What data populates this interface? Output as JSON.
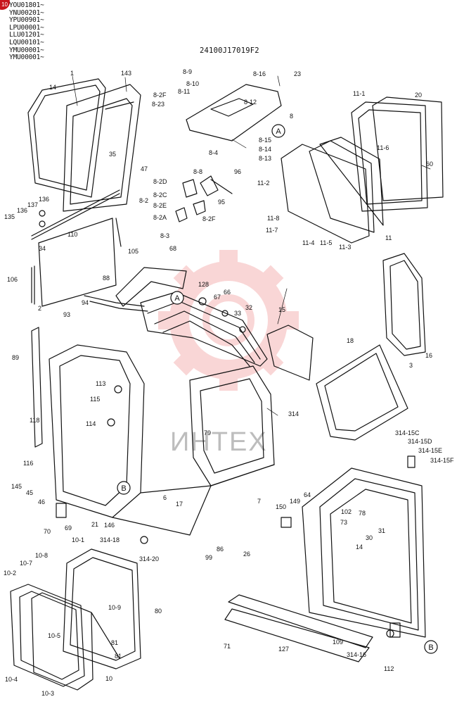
{
  "serial_ranges": [
    "YOU01801~",
    "YNU00201~",
    "YPU00901~",
    "LPU00001~",
    "LLU01201~",
    "LQU00101~",
    "YMU00001~",
    "YMU00001~"
  ],
  "document_code": "24100J17019F2",
  "corner_badge": "10",
  "watermark_text": "ИНТЕХ",
  "reference_markers": [
    "A",
    "A",
    "B",
    "B"
  ],
  "part_labels": [
    "1",
    "143",
    "14",
    "8-9",
    "8-10",
    "8-11",
    "8-2F",
    "8-23",
    "8-16",
    "23",
    "8-12",
    "8",
    "8-15",
    "8-14",
    "8-13",
    "8-4",
    "96",
    "95",
    "11-1",
    "20",
    "11-6",
    "60",
    "11-2",
    "11-8",
    "11-7",
    "11-4",
    "11-5",
    "11-3",
    "11",
    "35",
    "47",
    "8-2D",
    "8-2C",
    "8-2E",
    "8-2A",
    "8-2",
    "8-3",
    "8-2F",
    "68",
    "8-8",
    "136",
    "137",
    "135",
    "136",
    "110",
    "34",
    "105",
    "106",
    "2",
    "88",
    "128",
    "67",
    "66",
    "33",
    "32",
    "15",
    "93",
    "94",
    "18",
    "3",
    "16",
    "89",
    "113",
    "115",
    "114",
    "118",
    "79",
    "314",
    "314-15C",
    "314-15D",
    "314-15E",
    "314-15F",
    "116",
    "145",
    "45",
    "46",
    "17",
    "70",
    "69",
    "21",
    "146",
    "10-1",
    "314-18",
    "314-20",
    "99",
    "86",
    "10-8",
    "10-7",
    "10-2",
    "10-9",
    "80",
    "81",
    "10-5",
    "10-4",
    "10-3",
    "10",
    "81",
    "71",
    "127",
    "26",
    "150",
    "149",
    "64",
    "102",
    "78",
    "73",
    "30",
    "31",
    "14",
    "109",
    "314-16",
    "112",
    "6",
    "7"
  ]
}
